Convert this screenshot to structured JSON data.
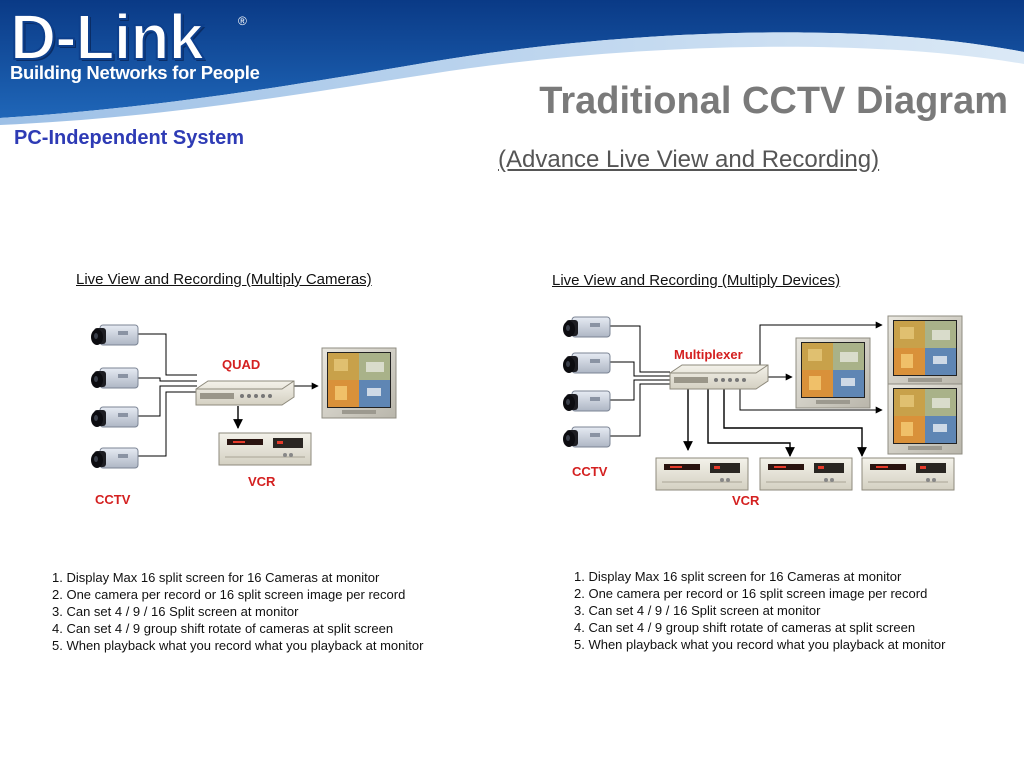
{
  "header": {
    "logo_text": "D-Link",
    "registered_mark": "®",
    "tagline": "Building Networks for People",
    "title": "Traditional CCTV Diagram",
    "subtitle": "(Advance Live View and Recording)",
    "side_title": "PC-Independent System"
  },
  "colors": {
    "banner_blue": "#0d3f8c",
    "title_gray": "#7a7a7a",
    "side_title_blue": "#2e3bb5",
    "label_red": "#d42020"
  },
  "left_panel": {
    "title": "Live View and Recording (Multiply Cameras)",
    "hub_label": "QUAD",
    "vcr_label": "VCR",
    "camera_label": "CCTV",
    "notes": [
      "1. Display Max 16 split screen for 16 Cameras at monitor",
      "2. One camera per record or 16 split screen image per record",
      "3. Can set 4 / 9 / 16 Split screen at monitor",
      "4. Can set 4 / 9 group shift rotate of cameras at split screen",
      "5. When playback what you record what you playback at monitor"
    ]
  },
  "right_panel": {
    "title": "Live View and Recording (Multiply Devices)",
    "hub_label": "Multiplexer",
    "vcr_label": "VCR",
    "camera_label": "CCTV",
    "notes": [
      "1. Display Max 16 split screen for 16 Cameras at monitor",
      "2. One camera per record or 16 split screen image per record",
      "3. Can set 4 / 9 / 16 Split screen at monitor",
      "4. Can set 4 / 9 group shift rotate of cameras at split screen",
      "5. When playback what you record what you playback at monitor"
    ]
  }
}
